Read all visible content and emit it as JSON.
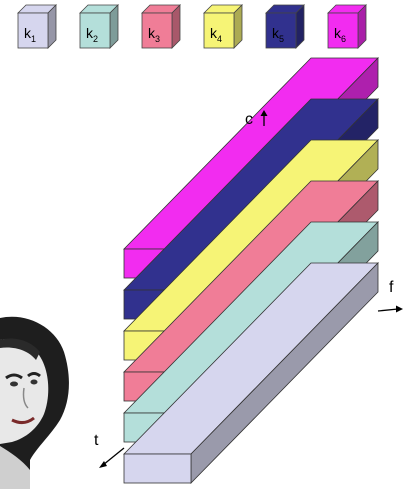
{
  "keys": [
    {
      "base": "k",
      "sub": "1",
      "color": "#D6D6EE"
    },
    {
      "base": "k",
      "sub": "2",
      "color": "#B4DFDA"
    },
    {
      "base": "k",
      "sub": "3",
      "color": "#F07D97"
    },
    {
      "base": "k",
      "sub": "4",
      "color": "#F6F476"
    },
    {
      "base": "k",
      "sub": "5",
      "color": "#31318E"
    },
    {
      "base": "k",
      "sub": "6",
      "color": "#F22CF0"
    }
  ],
  "slabs": [
    {
      "key": "k1",
      "color": "#D6D6EE"
    },
    {
      "key": "k2",
      "color": "#B4DFDA"
    },
    {
      "key": "k3",
      "color": "#F07D97"
    },
    {
      "key": "k4",
      "color": "#F6F476"
    },
    {
      "key": "k5",
      "color": "#31318E"
    },
    {
      "key": "k6",
      "color": "#F22CF0"
    }
  ],
  "axes": {
    "c": "c",
    "f": "f",
    "t": "t"
  },
  "portrait": {
    "description_icon": "portrait-photo-icon"
  }
}
